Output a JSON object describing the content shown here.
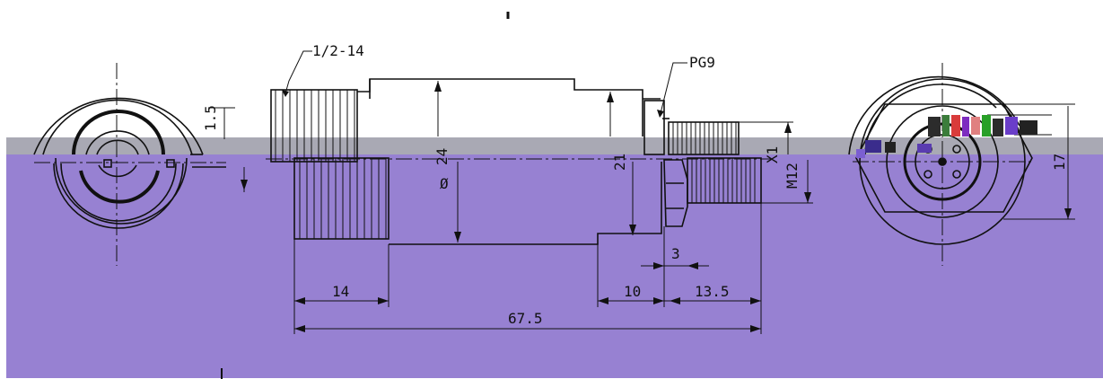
{
  "drawing": {
    "thread_callout": "1/2-14",
    "oring_callout": "PG9",
    "dims": {
      "radius_small": "1.5",
      "dia_body": "24",
      "dia_symbol": "Ø",
      "dia_neck": "21",
      "thread_small_a": "X1",
      "thread_small_b": "M12",
      "across_flats": "17",
      "len_thread": "14",
      "len_neck": "10",
      "len_tip": "13.5",
      "gap": "3",
      "overall": "67.5"
    }
  },
  "colors": {
    "background": "#ffffff",
    "band_gray": "#a9a9b4",
    "band_purple": "#9781d2",
    "line": "#111111"
  }
}
